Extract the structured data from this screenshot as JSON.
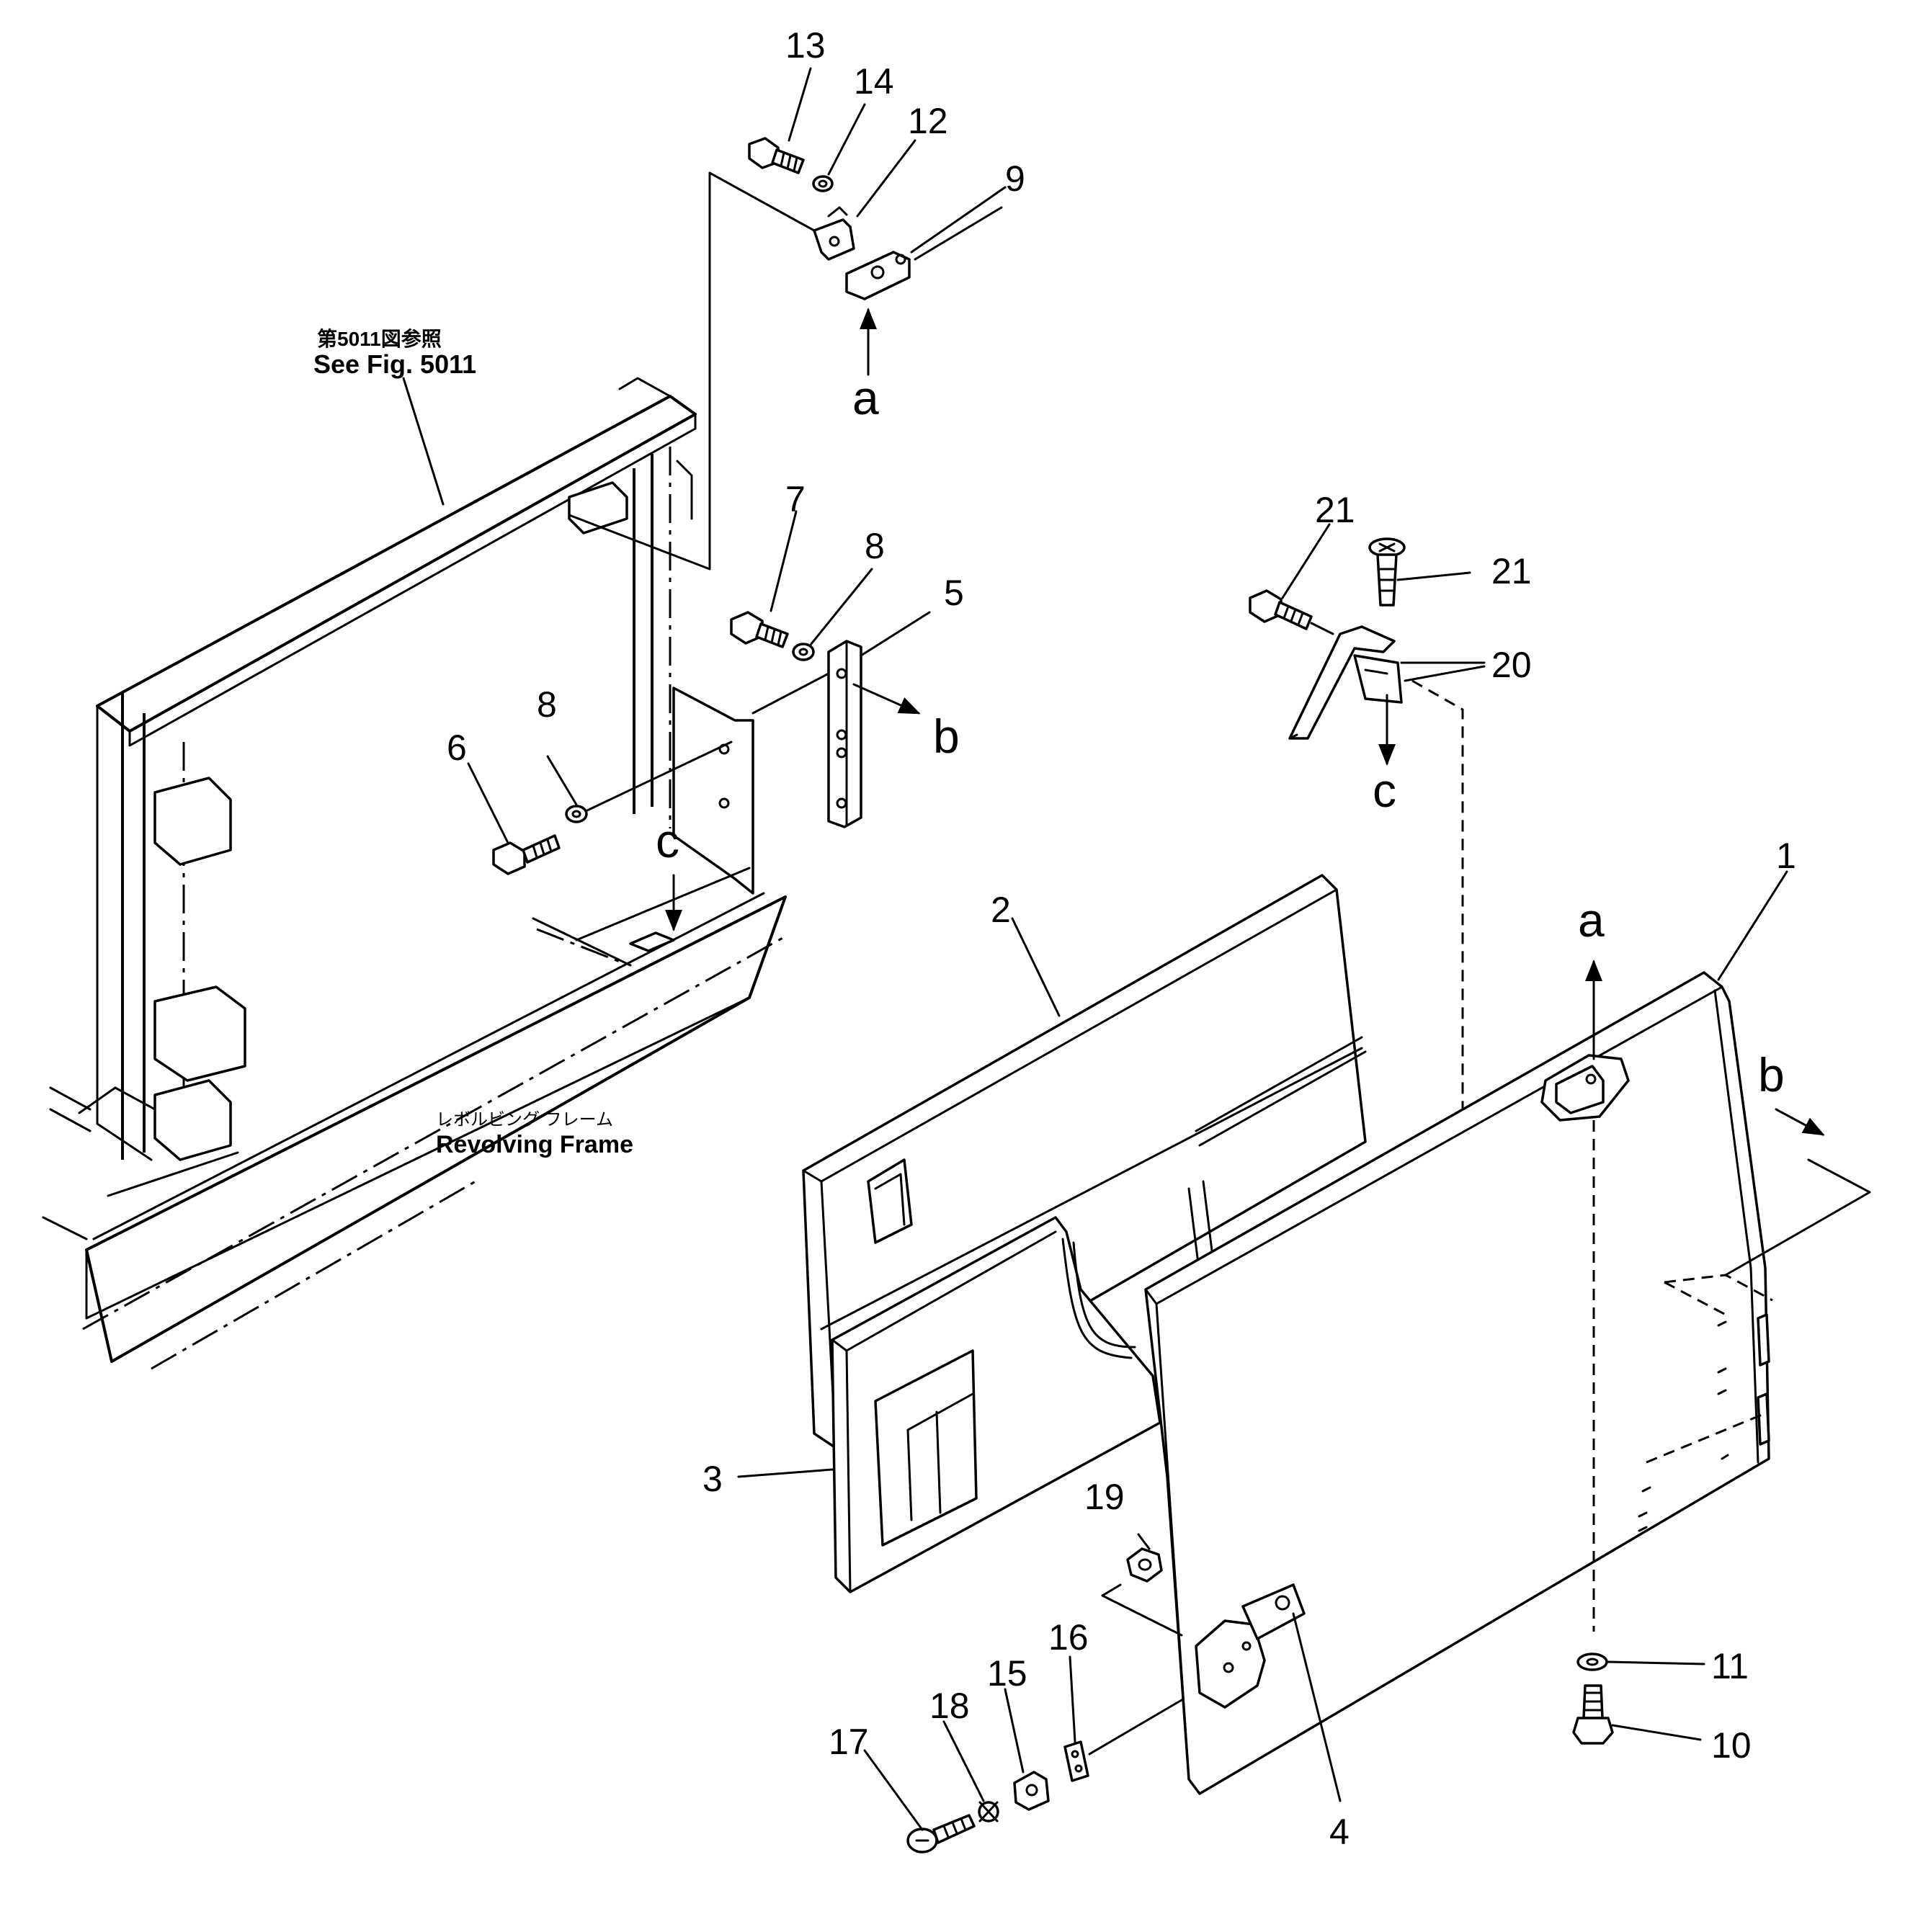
{
  "callouts": {
    "c1": "1",
    "c2": "2",
    "c3": "3",
    "c4": "4",
    "c5": "5",
    "c6": "6",
    "c7": "7",
    "c8a": "8",
    "c8b": "8",
    "c9": "9",
    "c10": "10",
    "c11": "11",
    "c12": "12",
    "c13": "13",
    "c14": "14",
    "c15": "15",
    "c16": "16",
    "c17": "17",
    "c18": "18",
    "c19": "19",
    "c20": "20",
    "c21a": "21",
    "c21b": "21"
  },
  "view_arrows": {
    "a_top": "a",
    "a_right": "a",
    "b_bracket": "b",
    "b_right": "b",
    "c_frame": "c",
    "c_bracket": "c"
  },
  "notes": {
    "ref_jp": "第5011図参照",
    "ref_en": "See Fig. 5011",
    "frame_jp": "レボルビング フレーム",
    "frame_en": "Revolving Frame"
  }
}
